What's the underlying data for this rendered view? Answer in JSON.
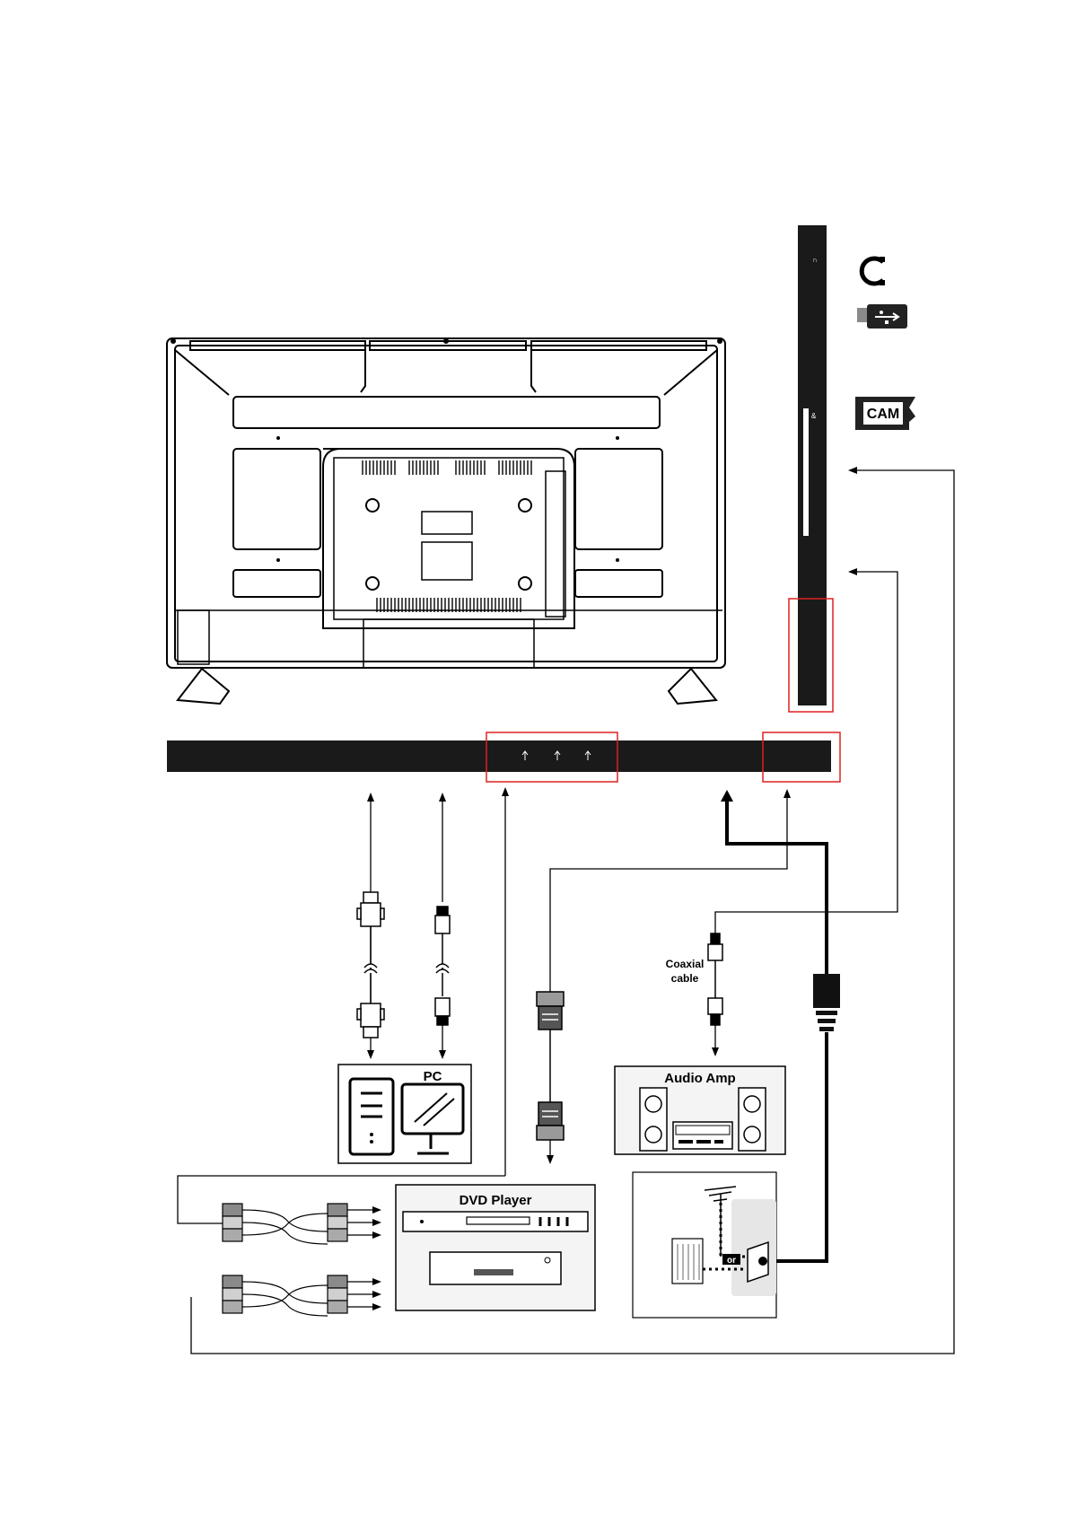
{
  "labels": {
    "pc": "PC",
    "audio_amp": "Audio Amp",
    "dvd_player": "DVD Player",
    "coaxial_line1": "Coaxial",
    "coaxial_line2": "cable",
    "or": "or",
    "cam": "CAM"
  },
  "icons": [
    "headphone-icon",
    "usb-icon",
    "cam-module-icon",
    "vga-connector-icon",
    "audio-jack-icon",
    "hdmi-connector-icon",
    "rca-connector-icon",
    "antenna-icon",
    "wall-socket-icon",
    "ethernet-plug-icon"
  ],
  "colors": {
    "line": "#000000",
    "highlight": "#e02020",
    "panel_fill": "#f4f4f4",
    "wall": "#e6e6e6"
  }
}
